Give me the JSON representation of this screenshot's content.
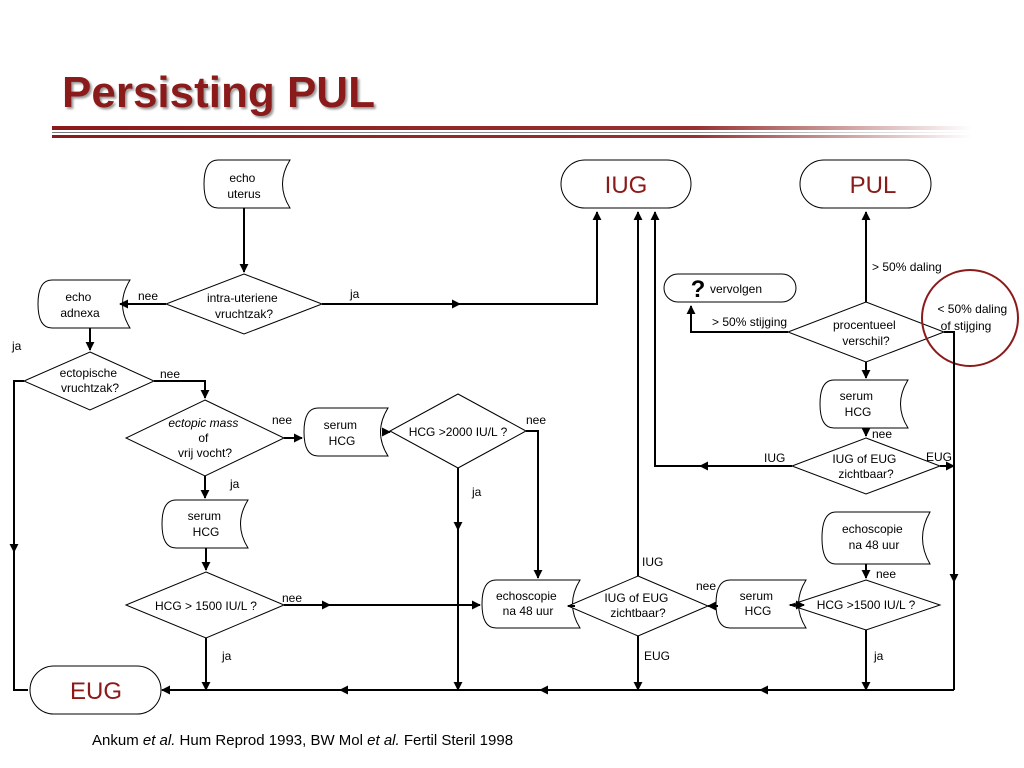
{
  "slide": {
    "title": "Persisting PUL",
    "accent_color": "#8b1a1a"
  },
  "nodes": {
    "echo_uterus": [
      "echo",
      "uterus"
    ],
    "intra_uteriene": [
      "intra-uteriene",
      "vruchtzak?"
    ],
    "echo_adnexa": [
      "echo",
      "adnexa"
    ],
    "ectopische": [
      "ectopische",
      "vruchtzak?"
    ],
    "ectopic_mass": [
      "ectopic mass",
      "of",
      "vrij vocht?"
    ],
    "serum_hcg_1": [
      "serum",
      "HCG"
    ],
    "hcg_2000": "HCG >2000 IU/L ?",
    "serum_hcg_2": [
      "serum",
      "HCG"
    ],
    "hcg_1500_left": "HCG > 1500 IU/L ?",
    "echoscopie_mid": [
      "echoscopie",
      "na 48 uur"
    ],
    "iug_of_eug_mid": [
      "IUG of EUG",
      "zichtbaar?"
    ],
    "serum_hcg_3": [
      "serum",
      "HCG"
    ],
    "hcg_1500_right": "HCG >1500 IU/L ?",
    "echoscopie_right": [
      "echoscopie",
      "na 48 uur"
    ],
    "iug_of_eug_right": [
      "IUG of EUG",
      "zichtbaar?"
    ],
    "serum_hcg_4": [
      "serum",
      "HCG"
    ],
    "procentueel": [
      "procentueel",
      "verschil?"
    ],
    "vervolgen": {
      "symbol": "?",
      "label": "vervolgen"
    },
    "iug": "IUG",
    "pul": "PUL",
    "eug": "EUG"
  },
  "edges": {
    "nee_adnexa": "nee",
    "ja_intra": "ja",
    "ja_adnexa": "ja",
    "nee_ectopische": "nee",
    "nee_mass": "nee",
    "ja_mass": "ja",
    "nee_hcg2000": "nee",
    "ja_hcg2000": "ja",
    "nee_hcg1500_left": "nee",
    "ja_hcg1500_left": "ja",
    "iug_mid": "IUG",
    "nee_mid": "nee",
    "eug_mid": "EUG",
    "ja_hcg1500_right": "ja",
    "nee_echoscopie_right": "nee",
    "iug_right": "IUG",
    "eug_right": "EUG",
    "nee_serum_right": "nee",
    "daling_50": "> 50% daling",
    "stijging_50": "> 50% stijging",
    "daling_stijging_lt50": [
      "< 50% daling",
      "of stijging"
    ]
  },
  "citation": {
    "author1": "Ankum ",
    "etal1": "et al.",
    "journal1": " Hum Reprod 1993, BW Mol ",
    "etal2": "et al.",
    "journal2": " Fertil Steril 1998"
  }
}
